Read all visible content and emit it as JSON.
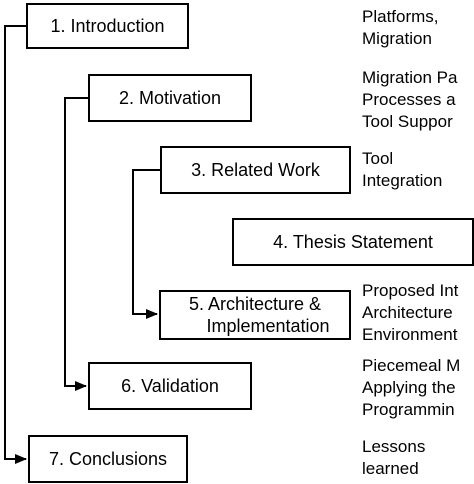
{
  "steps": {
    "s1": {
      "label": "1. Introduction"
    },
    "s2": {
      "label": "2. Motivation"
    },
    "s3": {
      "label": "3. Related Work"
    },
    "s4": {
      "label": "4. Thesis Statement"
    },
    "s5": {
      "line1": "5. Architecture &",
      "line2": "Implementation"
    },
    "s6": {
      "label": "6. Validation"
    },
    "s7": {
      "label": "7. Conclusions"
    }
  },
  "notes": {
    "n1": [
      "Platforms,",
      "Migration"
    ],
    "n2": [
      "Migration Pa",
      "Processes a",
      "Tool Suppor"
    ],
    "n3": [
      "Tool",
      "Integration"
    ],
    "n5": [
      "Proposed Int",
      "Architecture",
      "Environment"
    ],
    "n6": [
      "Piecemeal M",
      "Applying the",
      "Programmin"
    ],
    "n7": [
      "Lessons",
      "learned"
    ]
  },
  "connections": [
    {
      "from": "1. Introduction",
      "to": "7. Conclusions"
    },
    {
      "from": "2. Motivation",
      "to": "6. Validation"
    },
    {
      "from": "3. Related Work",
      "to": "5. Architecture & Implementation"
    }
  ]
}
